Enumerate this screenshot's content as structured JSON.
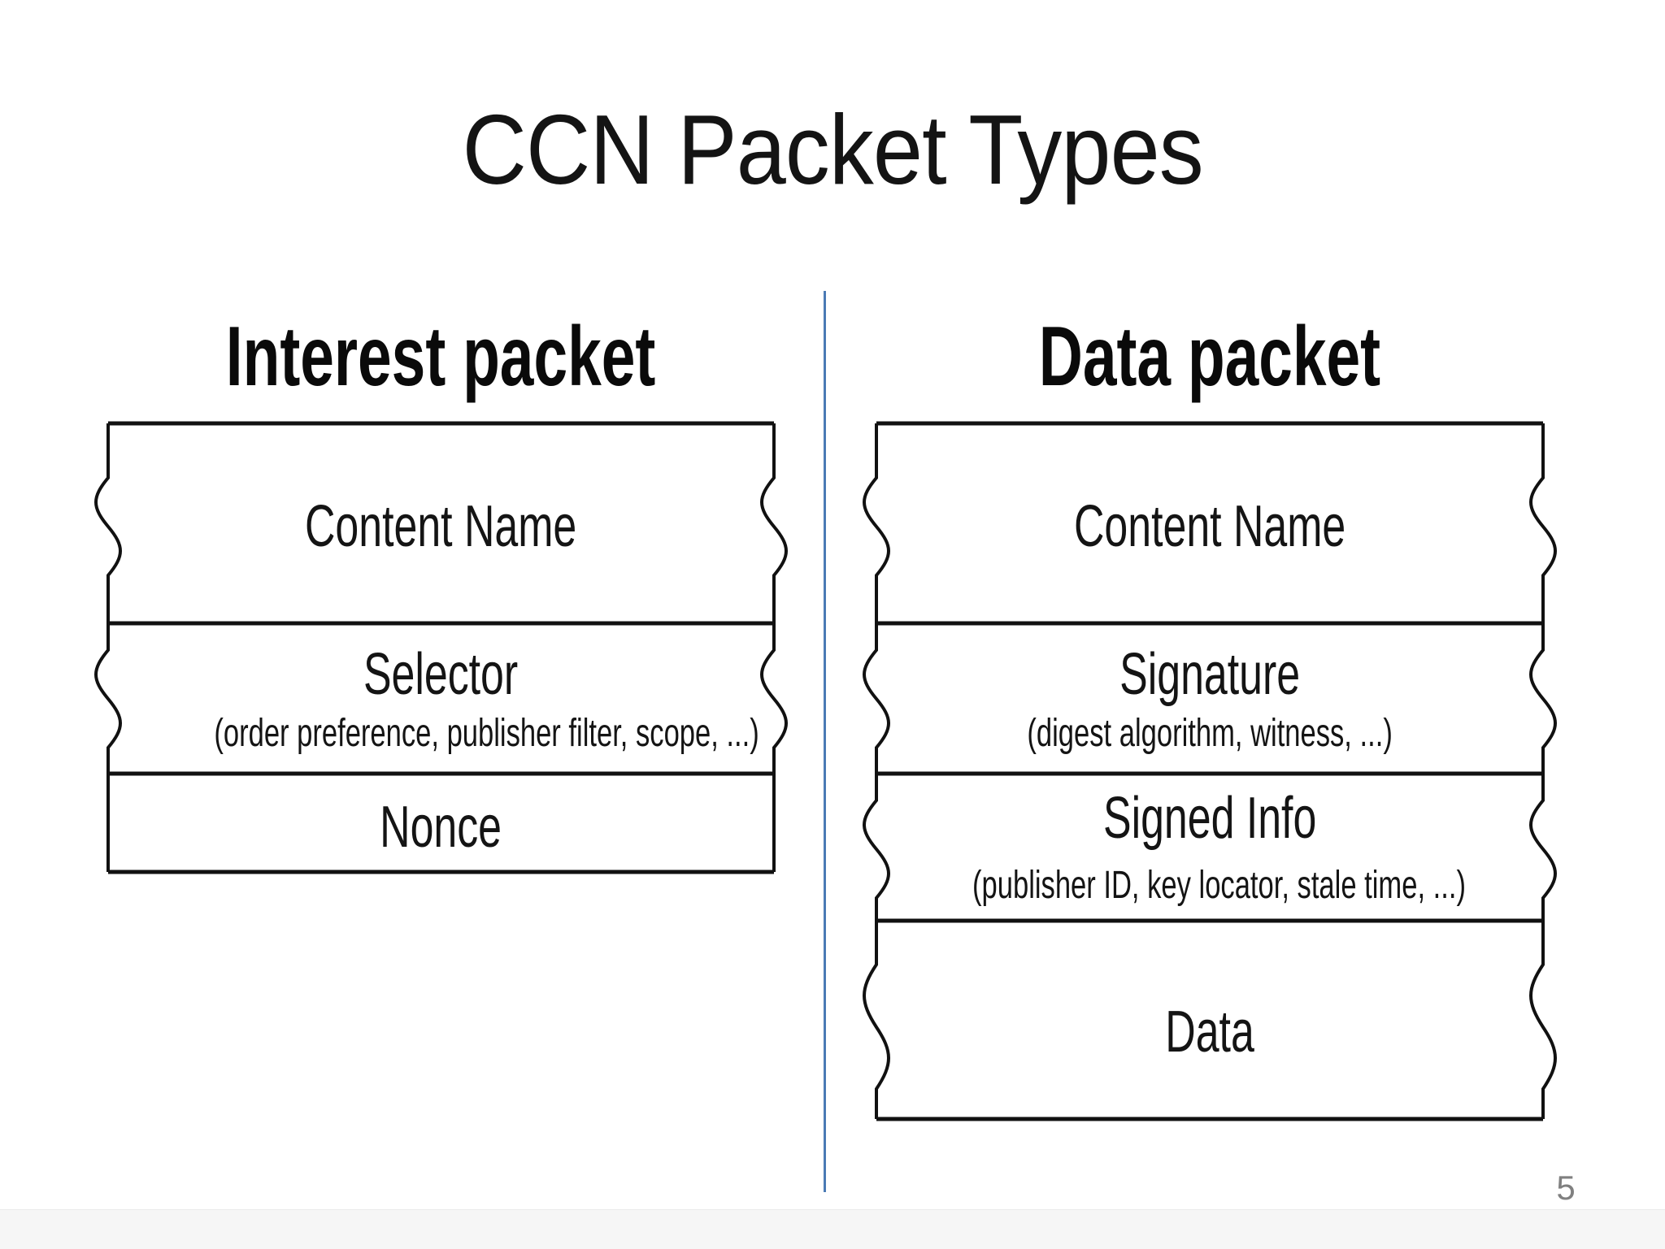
{
  "slide": {
    "title": "CCN Packet Types",
    "page_number": "5",
    "colors": {
      "divider_line": "#4a7ab5",
      "diagram_stroke": "#111111",
      "page_number_text": "#808080",
      "background": "#ffffff"
    },
    "interest_packet": {
      "heading": "Interest packet",
      "rows": [
        {
          "label": "Content Name",
          "sublabel": ""
        },
        {
          "label": "Selector",
          "sublabel": "(order preference, publisher filter, scope, ...)"
        },
        {
          "label": "Nonce",
          "sublabel": ""
        }
      ]
    },
    "data_packet": {
      "heading": "Data packet",
      "rows": [
        {
          "label": "Content Name",
          "sublabel": ""
        },
        {
          "label": "Signature",
          "sublabel": "(digest algorithm, witness, ...)"
        },
        {
          "label": "Signed Info",
          "sublabel": "(publisher ID, key locator, stale time, ...)"
        },
        {
          "label": "Data",
          "sublabel": ""
        }
      ]
    }
  }
}
